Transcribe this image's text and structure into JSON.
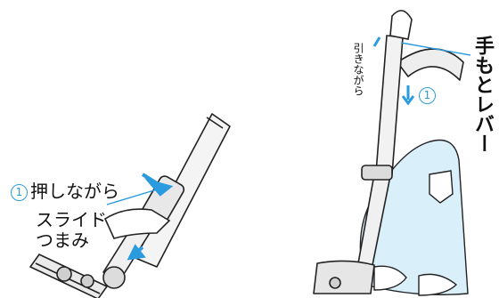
{
  "left_figure": {
    "step_label": "押しながら",
    "slide_knob_line1": "スライド",
    "slide_knob_line2": "つまみ"
  },
  "right_figure": {
    "pull_label": "引きながら",
    "hand_lever_label": "手もとレバー"
  },
  "step_number": "1",
  "colors": {
    "accent": "#2b9be0",
    "person_fill": "#d9f0fb",
    "outline": "#222222"
  }
}
